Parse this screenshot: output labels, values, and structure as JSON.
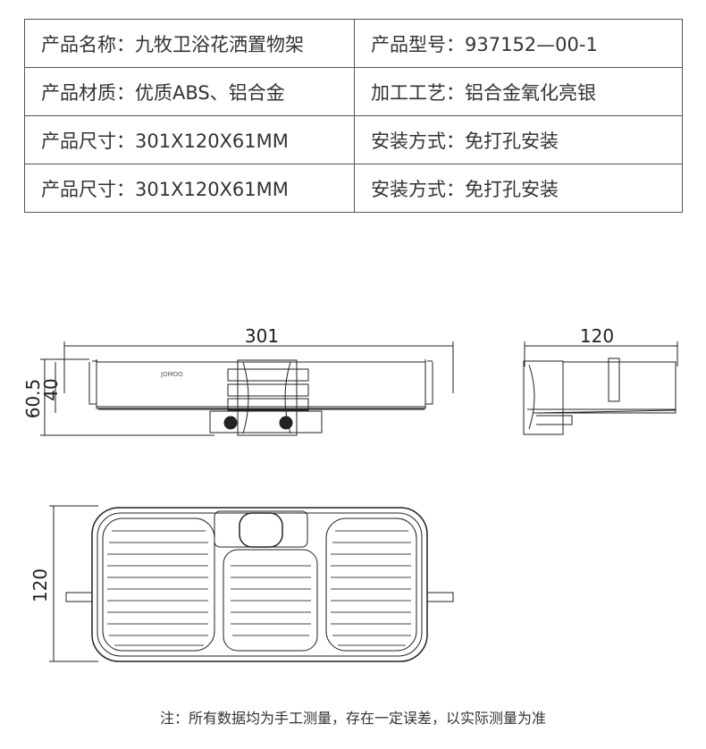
{
  "specs": [
    [
      "产品名称：九牧卫浴花洒置物架",
      "产品型号：937152—00-1"
    ],
    [
      "产品材质：优质ABS、铝合金",
      "加工工艺：铝合金氧化亮银"
    ],
    [
      "产品尺寸：301X120X61MM",
      "安装方式：免打孔安装"
    ],
    [
      "产品尺寸：301X120X61MM",
      "安装方式：免打孔安装"
    ]
  ],
  "drawings": {
    "front": {
      "width": "301",
      "height_total": "60.5",
      "height_inner": "40",
      "logo": "JOMOO"
    },
    "side": {
      "depth": "120"
    },
    "top": {
      "depth": "120"
    }
  },
  "note": "注：所有数据均为手工测量，存在一定误差，以实际测量为准"
}
